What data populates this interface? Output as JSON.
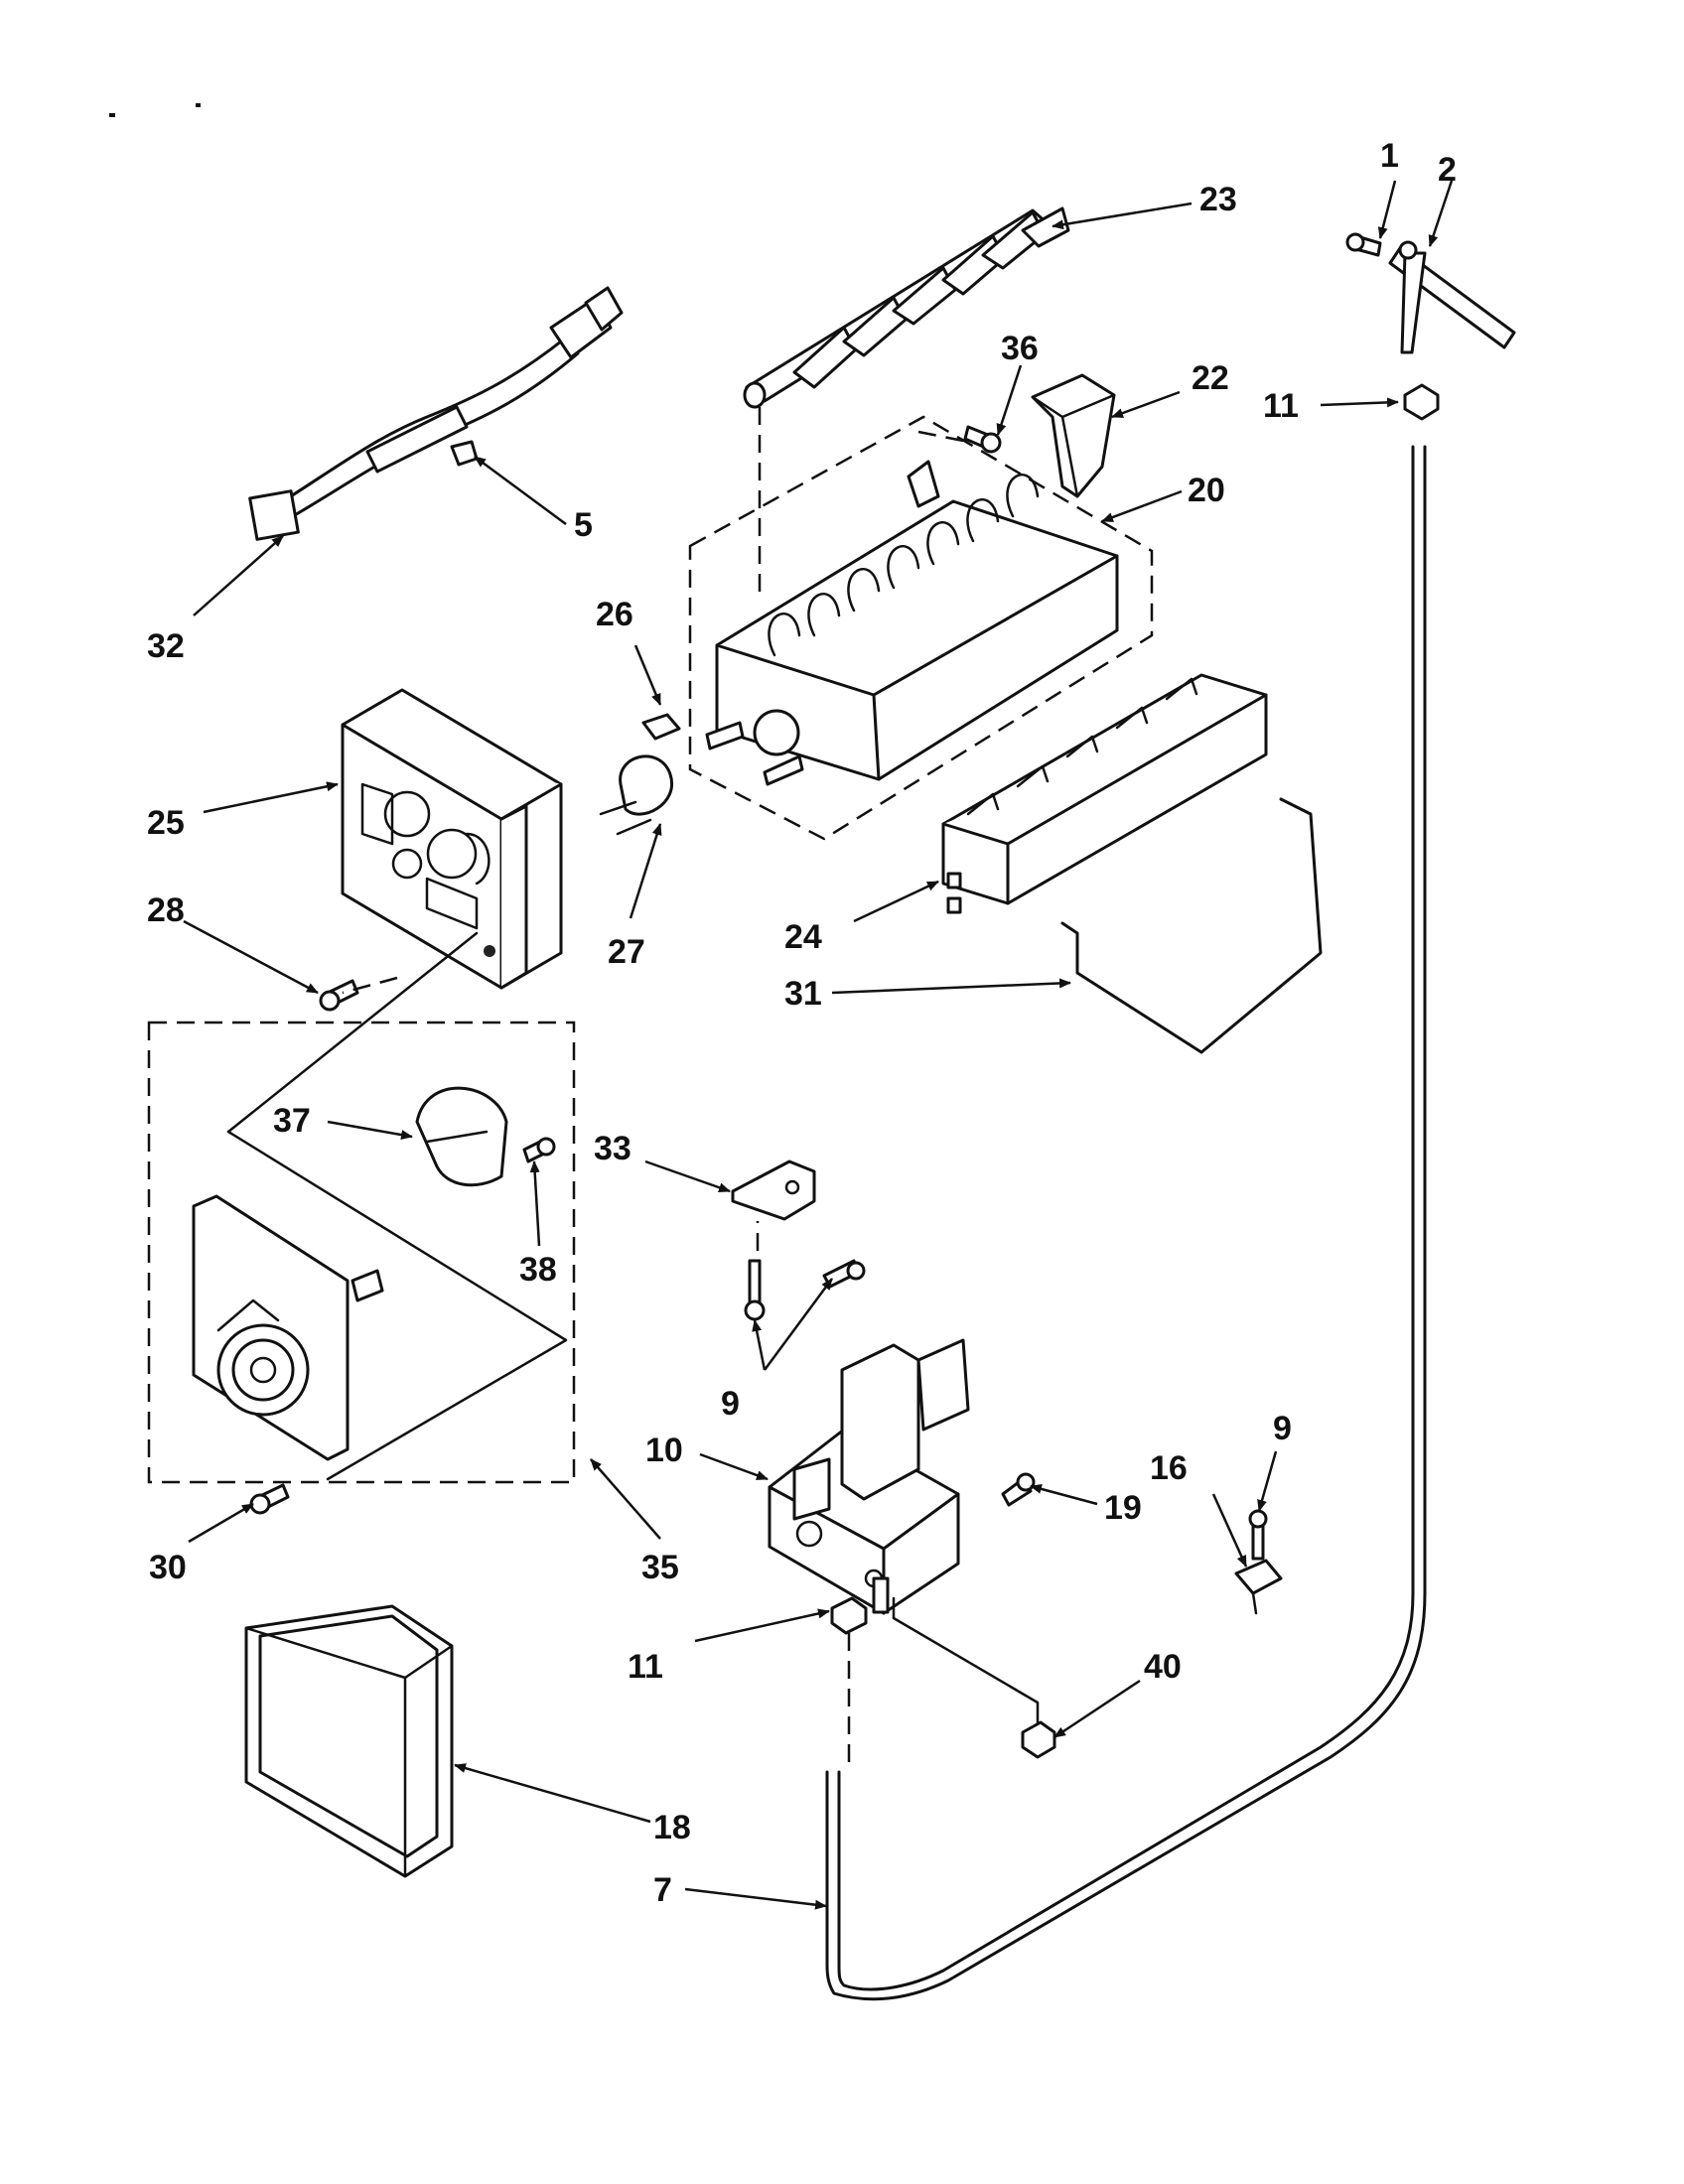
{
  "callouts": [
    {
      "id": "c1",
      "text": "1"
    },
    {
      "id": "c2",
      "text": "2"
    },
    {
      "id": "c23",
      "text": "23"
    },
    {
      "id": "c36",
      "text": "36"
    },
    {
      "id": "c22",
      "text": "22"
    },
    {
      "id": "c11a",
      "text": "11"
    },
    {
      "id": "c5",
      "text": "5"
    },
    {
      "id": "c20",
      "text": "20"
    },
    {
      "id": "c32",
      "text": "32"
    },
    {
      "id": "c26",
      "text": "26"
    },
    {
      "id": "c25",
      "text": "25"
    },
    {
      "id": "c28",
      "text": "28"
    },
    {
      "id": "c27",
      "text": "27"
    },
    {
      "id": "c24",
      "text": "24"
    },
    {
      "id": "c31",
      "text": "31"
    },
    {
      "id": "c37",
      "text": "37"
    },
    {
      "id": "c33",
      "text": "33"
    },
    {
      "id": "c38",
      "text": "38"
    },
    {
      "id": "c9a",
      "text": "9"
    },
    {
      "id": "c10",
      "text": "10"
    },
    {
      "id": "c19",
      "text": "19"
    },
    {
      "id": "c9b",
      "text": "9"
    },
    {
      "id": "c16",
      "text": "16"
    },
    {
      "id": "c30",
      "text": "30"
    },
    {
      "id": "c35",
      "text": "35"
    },
    {
      "id": "c11b",
      "text": "11"
    },
    {
      "id": "c40",
      "text": "40"
    },
    {
      "id": "c18",
      "text": "18"
    },
    {
      "id": "c7",
      "text": "7"
    }
  ]
}
